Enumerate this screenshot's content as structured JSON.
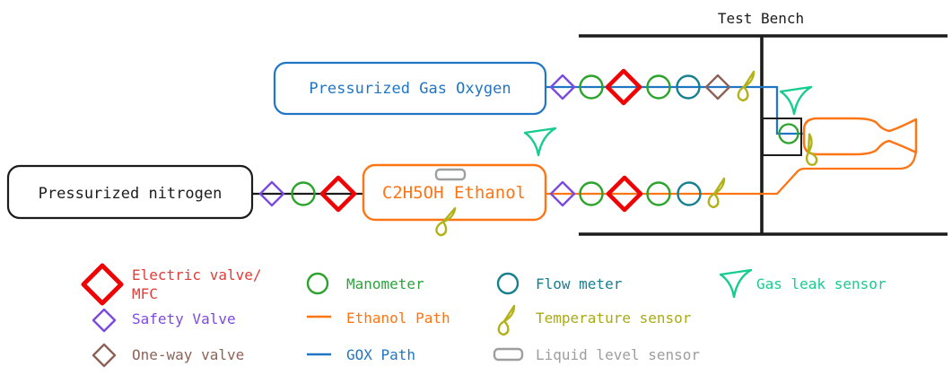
{
  "diagram": {
    "test_bench_label": "Test Bench",
    "tanks": {
      "oxygen": "Pressurized Gas Oxygen",
      "nitrogen": "Pressurized nitrogen",
      "ethanol": "C2H5OH Ethanol"
    }
  },
  "legend": {
    "electric_valve_line1": "Electric valve/",
    "electric_valve_line2": "MFC",
    "safety_valve": "Safety Valve",
    "one_way_valve": "One-way valve",
    "manometer": "Manometer",
    "ethanol_path": "Ethanol Path",
    "gox_path": "GOX Path",
    "flow_meter": "Flow meter",
    "temperature_sensor": "Temperature sensor",
    "liquid_level_sensor": "Liquid level sensor",
    "gas_leak_sensor": "Gas leak sensor"
  },
  "colors": {
    "gox_path_blue": "#2176c4",
    "ethanol_path_orange": "#fd7514",
    "electric_valve_red": "#ee0404",
    "safety_valve_purple": "#7b4be0",
    "one_way_valve_brown": "#8c6358",
    "manometer_green": "#2ca32c",
    "flow_meter_teal": "#17808f",
    "temperature_sensor_olive": "#b2b218",
    "gas_leak_sensor_green": "#17cc8f",
    "liquid_level_sensor_gray": "#9e9e9e",
    "bench_black": "#1c1c1c"
  }
}
